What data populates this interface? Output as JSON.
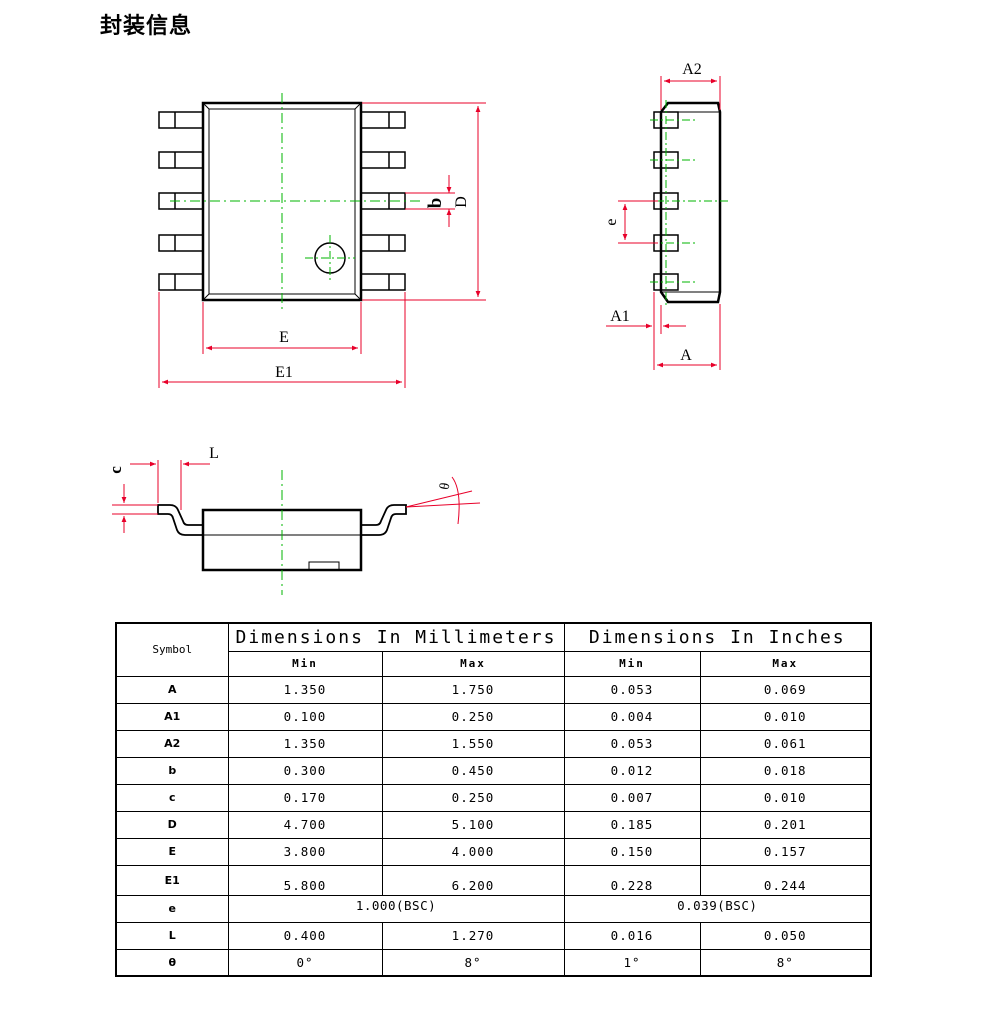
{
  "title": "封装信息",
  "drawing": {
    "labels": {
      "D": "D",
      "b": "b",
      "E": "E",
      "E1": "E1",
      "A2": "A2",
      "e": "e",
      "A1": "A1",
      "A": "A",
      "c": "c",
      "L": "L",
      "theta": "θ"
    }
  },
  "table": {
    "symbol_header": "Symbol",
    "mm_header": "Dimensions In Millimeters",
    "in_header": "Dimensions In Inches",
    "min_label": "Min",
    "max_label": "Max",
    "rows": [
      {
        "symbol": "A",
        "mm_min": "1.350",
        "mm_max": "1.750",
        "in_min": "0.053",
        "in_max": "0.069"
      },
      {
        "symbol": "A1",
        "mm_min": "0.100",
        "mm_max": "0.250",
        "in_min": "0.004",
        "in_max": "0.010"
      },
      {
        "symbol": "A2",
        "mm_min": "1.350",
        "mm_max": "1.550",
        "in_min": "0.053",
        "in_max": "0.061"
      },
      {
        "symbol": "b",
        "mm_min": "0.300",
        "mm_max": "0.450",
        "in_min": "0.012",
        "in_max": "0.018"
      },
      {
        "symbol": "c",
        "mm_min": "0.170",
        "mm_max": "0.250",
        "in_min": "0.007",
        "in_max": "0.010"
      },
      {
        "symbol": "D",
        "mm_min": "4.700",
        "mm_max": "5.100",
        "in_min": "0.185",
        "in_max": "0.201"
      },
      {
        "symbol": "E",
        "mm_min": "3.800",
        "mm_max": "4.000",
        "in_min": "0.150",
        "in_max": "0.157"
      },
      {
        "symbol": "E1",
        "mm_min": "5.800",
        "mm_max": "6.200",
        "in_min": "0.228",
        "in_max": "0.244"
      }
    ],
    "row_e": {
      "symbol": "e",
      "mm_bsc": "1.000(BSC)",
      "in_bsc": "0.039(BSC)"
    },
    "rows2": [
      {
        "symbol": "L",
        "mm_min": "0.400",
        "mm_max": "1.270",
        "in_min": "0.016",
        "in_max": "0.050"
      },
      {
        "symbol": "θ",
        "mm_min": "0°",
        "mm_max": "8°",
        "in_min": "1°",
        "in_max": "8°"
      }
    ]
  },
  "colors": {
    "outline": "#000000",
    "dimension": "#e8002a",
    "centerline": "#00b400"
  }
}
